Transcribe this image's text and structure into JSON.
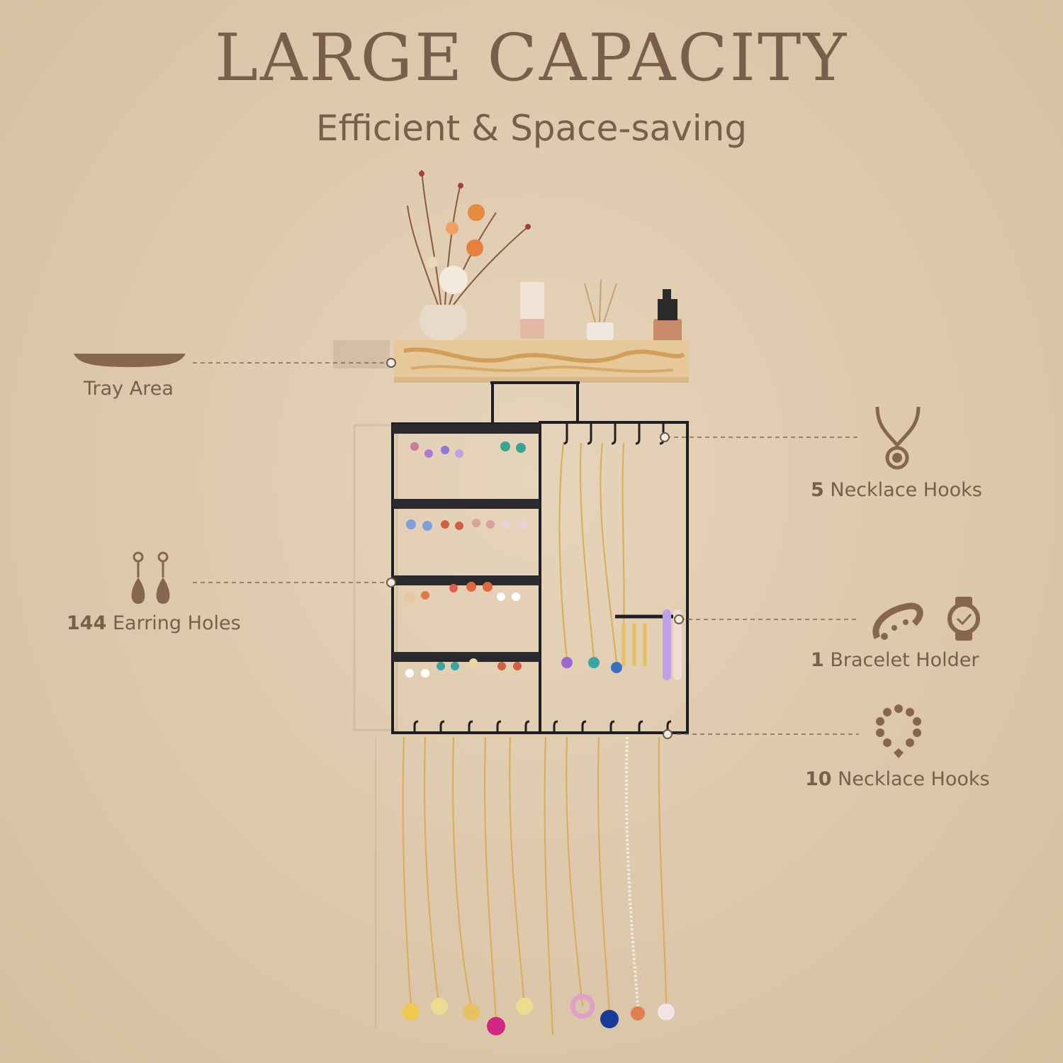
{
  "header": {
    "title": "LARGE CAPACITY",
    "subtitle": "Efficient & Space-saving"
  },
  "features": {
    "tray": {
      "label": "Tray Area"
    },
    "earrings": {
      "count": "144",
      "label": "Earring Holes"
    },
    "top_hooks": {
      "count": "5",
      "label": "Necklace Hooks"
    },
    "bracelet": {
      "count": "1",
      "label": "Bracelet Holder"
    },
    "bottom_hooks": {
      "count": "10",
      "label": "Necklace Hooks"
    }
  },
  "colors": {
    "background": "#ddc7aa",
    "text": "#7a5e4c",
    "icon": "#876650",
    "rack": "#1f1f22",
    "gold": "#d7ad55"
  },
  "icons": [
    "tray-icon",
    "earring-icon",
    "necklace-icon",
    "bangle-icon",
    "watch-icon",
    "bead-bracelet-icon"
  ]
}
